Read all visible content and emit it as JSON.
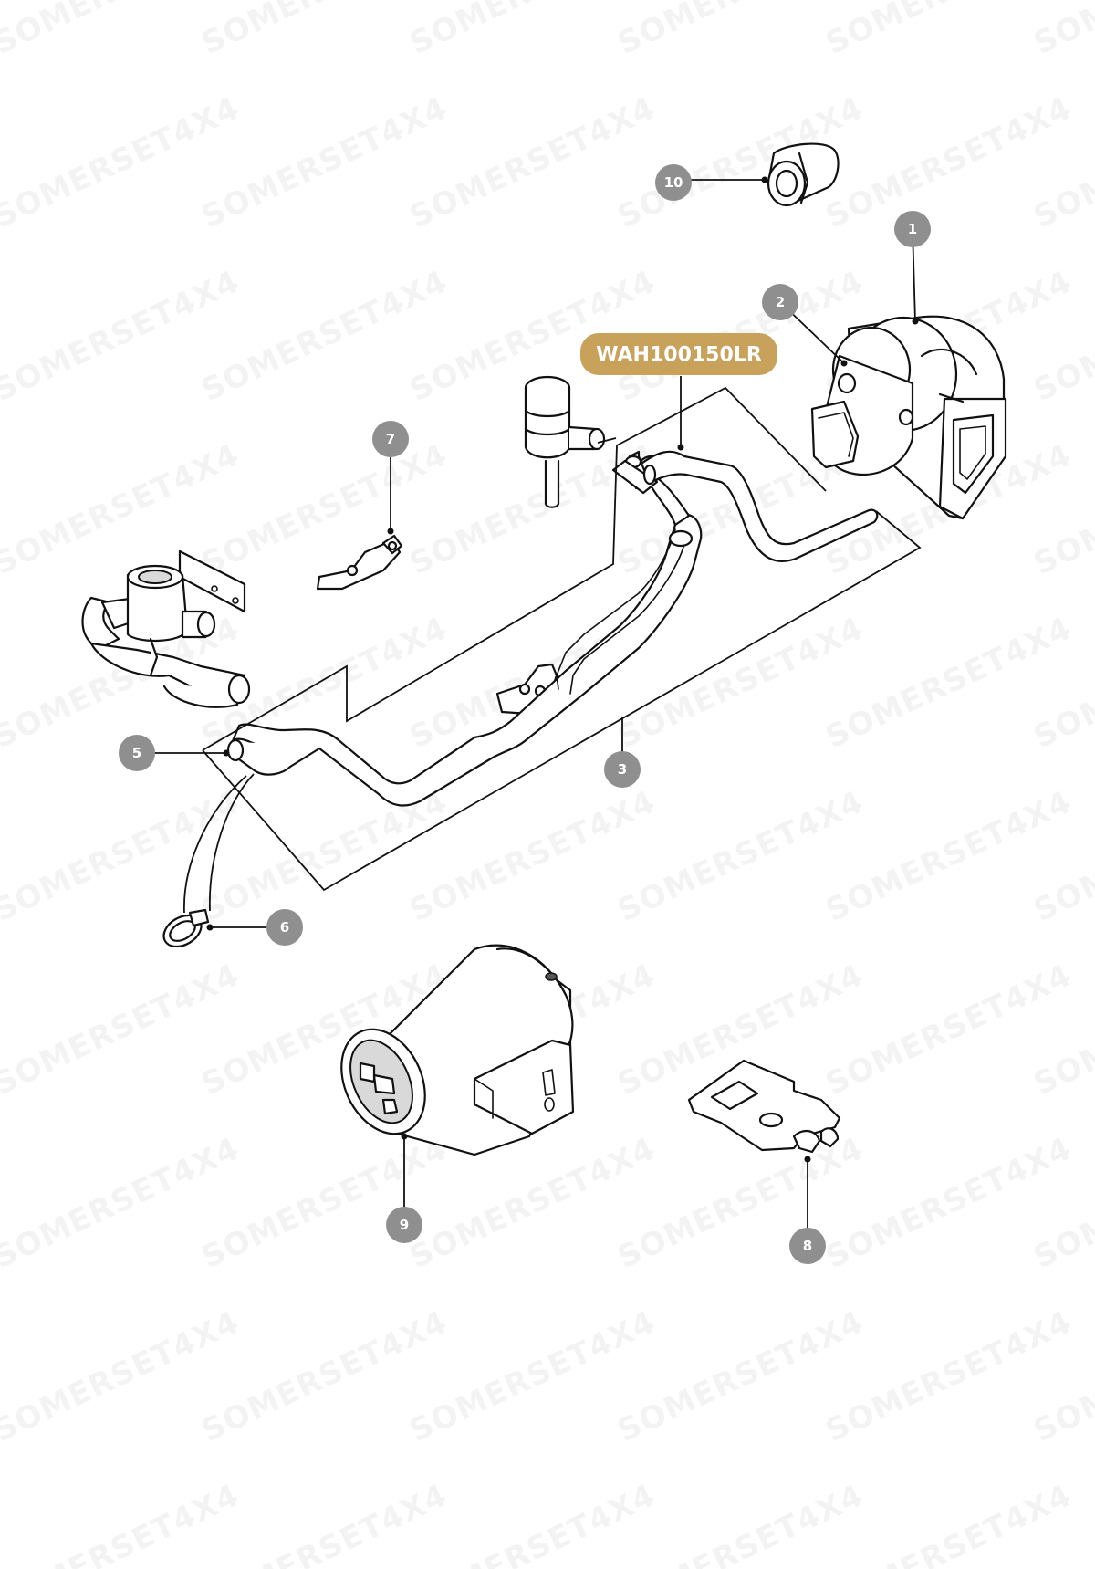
{
  "watermark": "SOMERSET4X4",
  "highlight_part": {
    "label": "WAH100150LR",
    "color": "#c8a25a"
  },
  "callouts": [
    {
      "id": "1",
      "label": "1"
    },
    {
      "id": "2",
      "label": "2"
    },
    {
      "id": "3",
      "label": "3"
    },
    {
      "id": "5",
      "label": "5"
    },
    {
      "id": "6",
      "label": "6"
    },
    {
      "id": "7",
      "label": "7"
    },
    {
      "id": "8",
      "label": "8"
    },
    {
      "id": "9",
      "label": "9"
    },
    {
      "id": "10",
      "label": "10"
    }
  ],
  "colors": {
    "callout_fill": "#8f8f8f",
    "line": "#111111",
    "background": "#ffffff"
  }
}
